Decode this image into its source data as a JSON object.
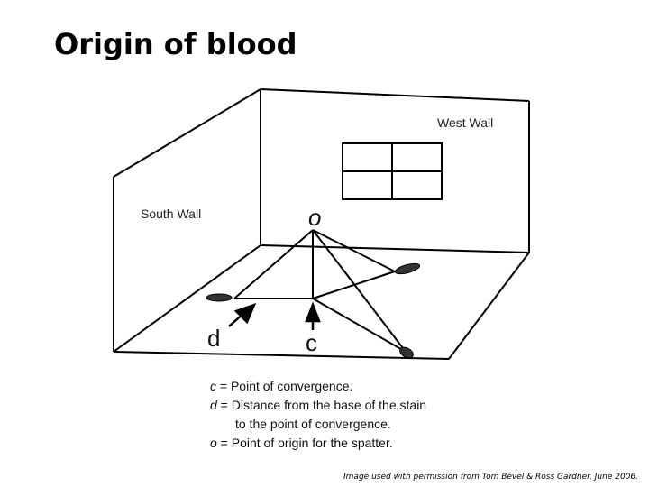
{
  "title": "Origin of blood",
  "walls": {
    "west": "West Wall",
    "south": "South Wall"
  },
  "points": {
    "o": "o",
    "c": "c",
    "d": "d"
  },
  "legend": [
    {
      "symbol": "c",
      "text": " = Point of convergence."
    },
    {
      "symbol": "d",
      "text": " = Distance from the base of the stain"
    },
    {
      "symbol": "",
      "text": "to the point of convergence."
    },
    {
      "symbol": "o",
      "text": " = Point of origin for the spatter."
    }
  ],
  "credit": "Image used with permission from Tom Bevel & Ross Gardner, June 2006."
}
